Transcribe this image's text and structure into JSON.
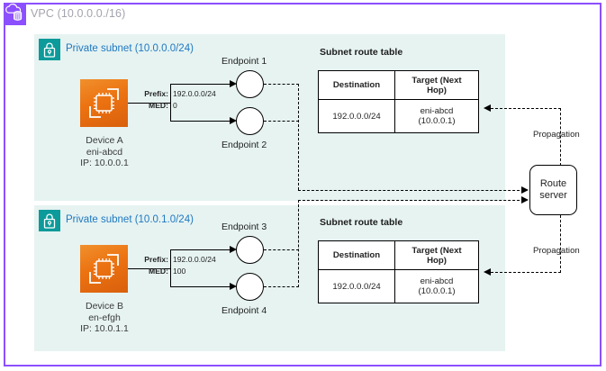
{
  "diagram": {
    "vpc": {
      "icon": "vpc-cloud-icon",
      "title": "VPC (10.0.0.0./16)",
      "border_color": "#8c4fff",
      "title_color": "#a3a3ad"
    },
    "subnets": [
      {
        "id": "subnet-a",
        "icon": "private-subnet-lock-icon",
        "title": "Private subnet (10.0.0.0/24)",
        "title_color": "#1f78c1",
        "fill_color": "#e6f3f1",
        "device": {
          "icon": "device-chip-icon",
          "name": "Device A",
          "eni": "eni-abcd",
          "ip": "IP: 10.0.0.1"
        },
        "advertisement": {
          "prefix_label": "Prefix:",
          "prefix_value": "192.0.0.0/24",
          "med_label": "MED:",
          "med_value": "0"
        },
        "endpoints": [
          "Endpoint 1",
          "Endpoint 2"
        ],
        "route_table": {
          "title": "Subnet route table",
          "columns": [
            "Destination",
            "Target (Next Hop)"
          ],
          "rows": [
            [
              "192.0.0.0/24",
              "eni-abcd (10.0.0.1)"
            ]
          ],
          "row_cells": [
            {
              "destination": "192.0.0.0/24",
              "target_line1": "eni-abcd",
              "target_line2": "(10.0.0.1)"
            }
          ]
        }
      },
      {
        "id": "subnet-b",
        "icon": "private-subnet-lock-icon",
        "title": "Private subnet (10.0.1.0/24)",
        "title_color": "#1f78c1",
        "fill_color": "#e6f3f1",
        "device": {
          "icon": "device-chip-icon",
          "name": "Device B",
          "eni": "en-efgh",
          "ip": "IP: 10.0.1.1"
        },
        "advertisement": {
          "prefix_label": "Prefix:",
          "prefix_value": "192.0.0.0/24",
          "med_label": "MED:",
          "med_value": "100"
        },
        "endpoints": [
          "Endpoint 3",
          "Endpoint 4"
        ],
        "route_table": {
          "title": "Subnet route table",
          "columns": [
            "Destination",
            "Target (Next Hop)"
          ],
          "rows": [
            [
              "192.0.0.0/24",
              "eni-abcd (10.0.0.1)"
            ]
          ],
          "row_cells": [
            {
              "destination": "192.0.0.0/24",
              "target_line1": "eni-abcd",
              "target_line2": "(10.0.0.1)"
            }
          ]
        }
      }
    ],
    "route_server": {
      "label_line1": "Route",
      "label_line2": "server"
    },
    "propagation_labels": [
      "Propagation",
      "Propagation"
    ]
  }
}
